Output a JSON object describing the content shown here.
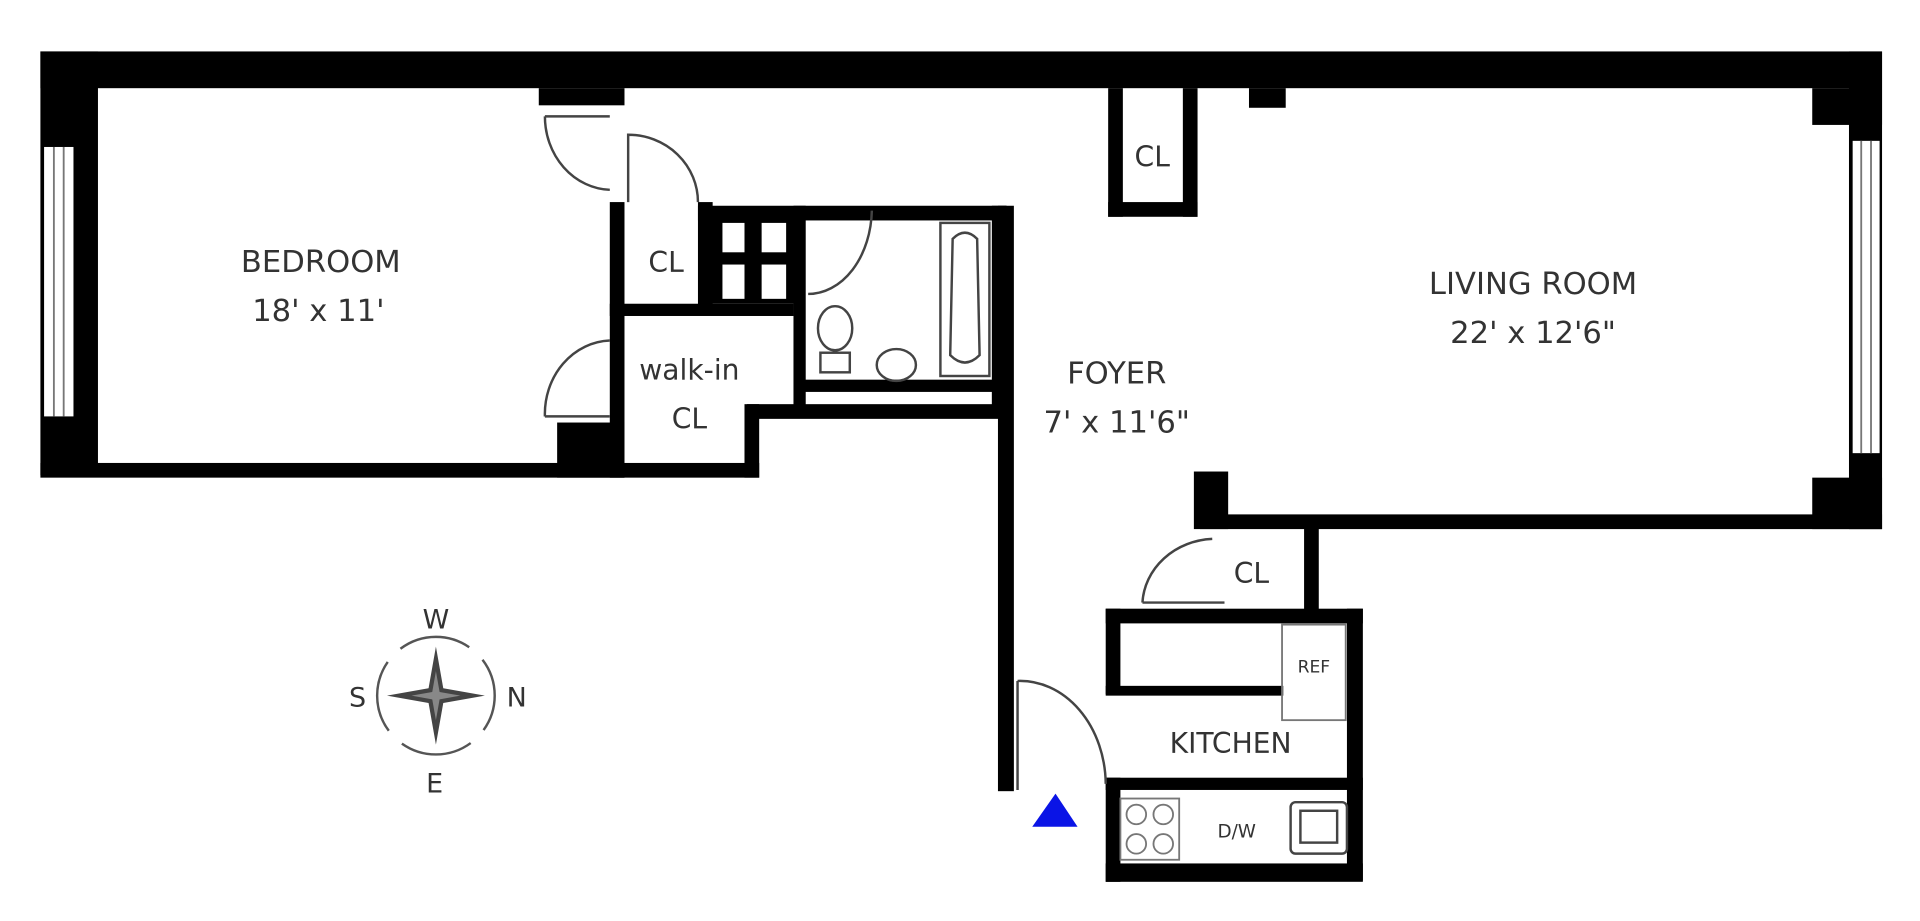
{
  "rooms": {
    "bedroom": {
      "name": "BEDROOM",
      "size": "18' x 11'"
    },
    "living_room": {
      "name": "LIVING ROOM",
      "size": "22' x 12'6\""
    },
    "foyer": {
      "name": "FOYER",
      "size": "7' x 11'6\""
    },
    "kitchen": {
      "name": "KITCHEN"
    },
    "closet_living": "CL",
    "closet_bedroom": "CL",
    "walkin_line1": "walk-in",
    "walkin_line2": "CL",
    "closet_kitchen": "CL"
  },
  "appliances": {
    "ref": "REF",
    "dishwasher": "D/W"
  },
  "compass": {
    "top": "W",
    "left": "S",
    "right": "N",
    "bottom": "E"
  },
  "colors": {
    "entry_marker": "#0a14e6",
    "walls": "#000000"
  }
}
